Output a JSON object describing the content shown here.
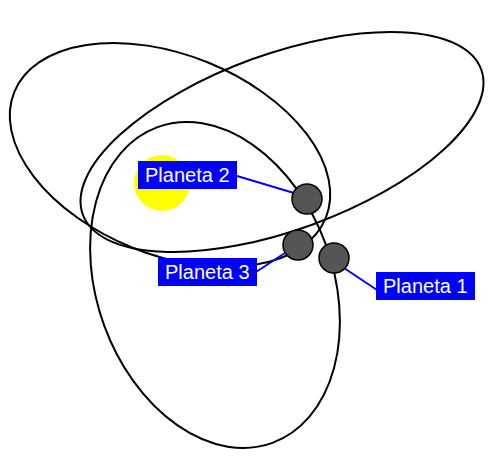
{
  "diagram": {
    "nodes": [
      {
        "text": [
          "Planeta 2"
        ]
      },
      {
        "text": [
          "Planeta 3"
        ]
      },
      {
        "text": [
          "Planeta 1"
        ]
      }
    ]
  }
}
